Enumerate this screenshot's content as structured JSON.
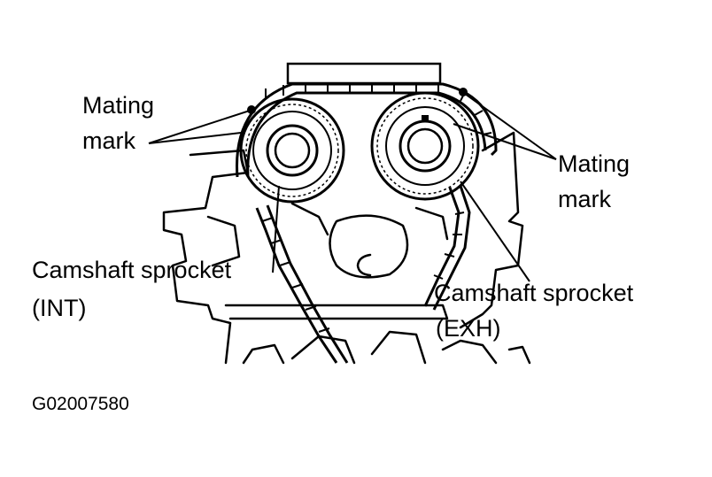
{
  "labels": {
    "mating_left_line1": "Mating",
    "mating_left_line2": "mark",
    "mating_right_line1": "Mating",
    "mating_right_line2": "mark",
    "cam_int_line1": "Camshaft  sprocket",
    "cam_int_line2": "(INT)",
    "cam_exh_line1": "Camshaft  sprocket",
    "cam_exh_line2": "(EXH)",
    "figure_code": "G02007580"
  },
  "colors": {
    "ink": "#000000",
    "paper": "#ffffff"
  }
}
